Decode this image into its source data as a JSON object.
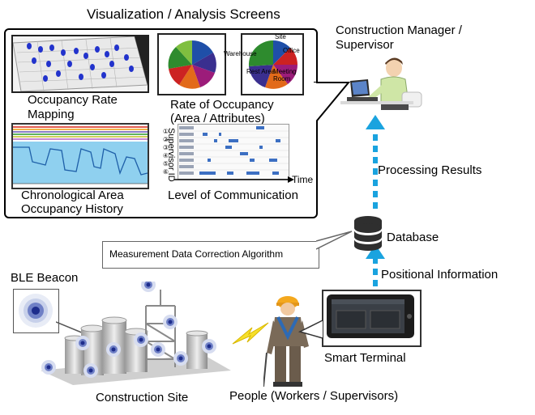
{
  "panel": {
    "title": "Visualization / Analysis Screens"
  },
  "screens": {
    "mapping": {
      "label_line1": "Occupancy Rate",
      "label_line2": "Mapping"
    },
    "rate": {
      "label_line1": "Rate of Occupancy",
      "label_line2": "(Area / Attributes)"
    },
    "history": {
      "label_line1": "Chronological Area",
      "label_line2": "Occupancy History"
    },
    "communication": {
      "label": "Level of Communication",
      "axis_y": "Supervisor ID",
      "axis_x": "Time"
    }
  },
  "pie_labels": {
    "warehouse": "Warehouse",
    "site": "Site",
    "office": "Office",
    "rest_area": "Rest Area",
    "meeting_room": "Meeting Room"
  },
  "manager": {
    "line1": "Construction Manager /",
    "line2": "Supervisor"
  },
  "flows": {
    "processing": "Processing Results",
    "positional": "Positional Information"
  },
  "database": {
    "label": "Database"
  },
  "algorithm": {
    "label": "Measurement  Data Correction Algorithm"
  },
  "beacon": {
    "label": "BLE Beacon"
  },
  "site": {
    "label": "Construction Site"
  },
  "terminal": {
    "label": "Smart Terminal"
  },
  "people": {
    "label": "People (Workers / Supervisors)"
  },
  "colors": {
    "arrow": "#1aa3df",
    "beacon": "#2b3fae",
    "helmet": "#f4a81d"
  }
}
